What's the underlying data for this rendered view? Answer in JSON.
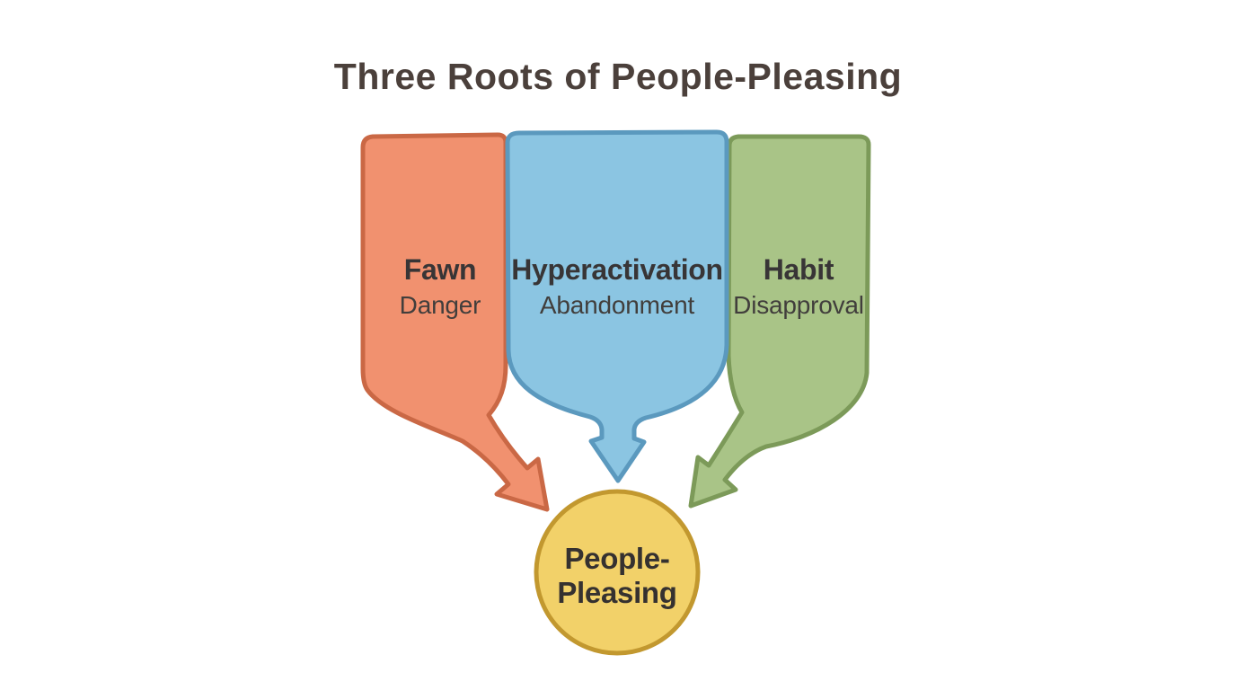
{
  "title": "Three Roots of People-Pleasing",
  "colors": {
    "background": "#ffffff",
    "title_text": "#4b403b",
    "panel_text": "#383536",
    "panel_subtext": "#413e3c",
    "outcome_text": "#353130"
  },
  "diagram": {
    "funnels": [
      {
        "id": "fawn",
        "label": "Fawn",
        "sublabel": "Danger",
        "fill": "#f1916f",
        "stroke": "#ca6845"
      },
      {
        "id": "hyperactivation",
        "label": "Hyperactivation",
        "sublabel": "Abandonment",
        "fill": "#8bc5e2",
        "stroke": "#5b99be"
      },
      {
        "id": "habit",
        "label": "Habit",
        "sublabel": "Disapproval",
        "fill": "#a9c487",
        "stroke": "#7c9a59"
      }
    ],
    "outcome": {
      "label_line1": "People-",
      "label_line2": "Pleasing",
      "fill": "#f2d169",
      "stroke": "#c2982f"
    }
  }
}
